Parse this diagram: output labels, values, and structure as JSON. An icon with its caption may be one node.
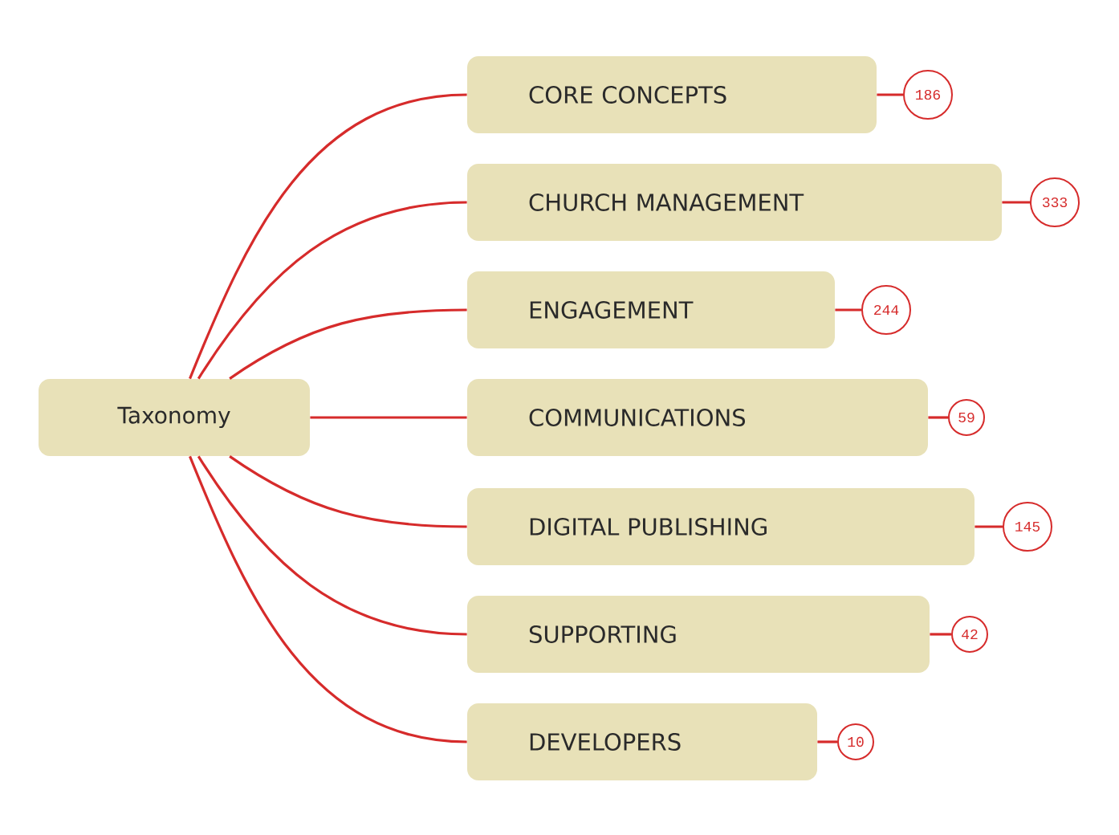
{
  "diagram": {
    "nodes": [
      {
        "text": [
          "Taxonomy"
        ]
      },
      {
        "text": [
          "CORE CONCEPTS"
        ]
      },
      {
        "text": [
          "186"
        ]
      },
      {
        "text": [
          "CHURCH MANAGEMENT"
        ]
      },
      {
        "text": [
          "333"
        ]
      },
      {
        "text": [
          "ENGAGEMENT"
        ]
      },
      {
        "text": [
          "244"
        ]
      },
      {
        "text": [
          "COMMUNICATIONS"
        ]
      },
      {
        "text": [
          "59"
        ]
      },
      {
        "text": [
          "DIGITAL PUBLISHING"
        ]
      },
      {
        "text": [
          "145"
        ]
      },
      {
        "text": [
          "SUPPORTING"
        ]
      },
      {
        "text": [
          "42"
        ]
      },
      {
        "text": [
          "DEVELOPERS"
        ]
      },
      {
        "text": [
          "10"
        ]
      }
    ],
    "edges": [
      {
        "from": 0,
        "to": 1,
        "arrow": "none"
      },
      {
        "from": 0,
        "to": 3,
        "arrow": "none"
      },
      {
        "from": 0,
        "to": 5,
        "arrow": "none"
      },
      {
        "from": 0,
        "to": 7,
        "arrow": "none"
      },
      {
        "from": 0,
        "to": 9,
        "arrow": "none"
      },
      {
        "from": 0,
        "to": 11,
        "arrow": "none"
      },
      {
        "from": 0,
        "to": 13,
        "arrow": "none"
      },
      {
        "from": 1,
        "to": 2,
        "arrow": "none"
      },
      {
        "from": 3,
        "to": 4,
        "arrow": "none"
      },
      {
        "from": 5,
        "to": 6,
        "arrow": "none"
      },
      {
        "from": 7,
        "to": 8,
        "arrow": "none"
      },
      {
        "from": 9,
        "to": 10,
        "arrow": "none"
      },
      {
        "from": 11,
        "to": 12,
        "arrow": "none"
      },
      {
        "from": 13,
        "to": 14,
        "arrow": "none"
      }
    ]
  }
}
